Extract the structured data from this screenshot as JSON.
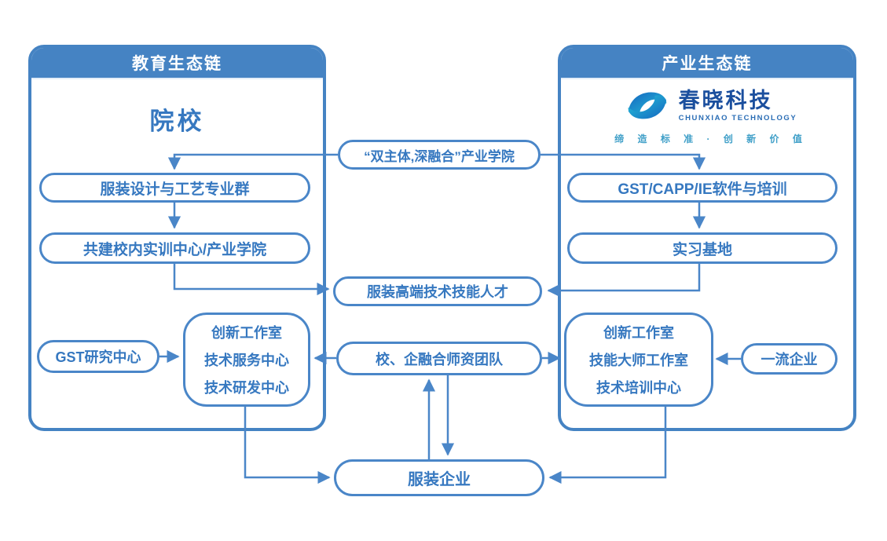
{
  "colors": {
    "panel_blue": "#4583c3",
    "line_blue": "#4a86c8",
    "text_blue": "#3678c0",
    "logo_dark_blue": "#1b4f9e",
    "logo_teal": "#2ab0c8"
  },
  "left_panel": {
    "title": "教育生态链",
    "heading": "院校",
    "pill_major_group": "服装设计与工艺专业群",
    "pill_training_center": "共建校内实训中心/产业学院",
    "pill_gst_research": "GST研究中心",
    "center_box": {
      "lines": [
        "创新工作室",
        "技术服务中心",
        "技术研发中心"
      ]
    }
  },
  "right_panel": {
    "title": "产业生态链",
    "logo": {
      "icon": "swirl-logo-icon",
      "name": "春晓科技",
      "name_en": "CHUNXIAO TECHNOLOGY",
      "tagline": "缔 造 标 准 · 创 新 价 值"
    },
    "pill_software_training": "GST/CAPP/IE软件与培训",
    "pill_internship_base": "实习基地",
    "pill_top_enterprise": "一流企业",
    "center_box": {
      "lines": [
        "创新工作室",
        "技能大师工作室",
        "技术培训中心"
      ]
    }
  },
  "middle": {
    "pill_industry_college": "“双主体,深融合”产业学院",
    "pill_talents": "服装高端技术技能人才",
    "pill_teacher_team": "校、企融合师资团队",
    "pill_garment_enterprise": "服装企业"
  },
  "connections": [
    {
      "from": "pill_industry_college",
      "to": "pill_major_group",
      "arrow": "to"
    },
    {
      "from": "pill_industry_college",
      "to": "pill_software_training",
      "arrow": "to"
    },
    {
      "from": "pill_major_group",
      "to": "pill_training_center",
      "arrow": "to"
    },
    {
      "from": "pill_software_training",
      "to": "pill_internship_base",
      "arrow": "to"
    },
    {
      "from": "pill_training_center",
      "to": "pill_talents",
      "arrow": "to"
    },
    {
      "from": "pill_internship_base",
      "to": "pill_talents",
      "arrow": "to"
    },
    {
      "from": "pill_gst_research",
      "to": "left_center_box",
      "arrow": "to"
    },
    {
      "from": "pill_teacher_team",
      "to": "left_center_box",
      "arrow": "to"
    },
    {
      "from": "pill_teacher_team",
      "to": "right_center_box",
      "arrow": "to"
    },
    {
      "from": "pill_top_enterprise",
      "to": "right_center_box",
      "arrow": "to"
    },
    {
      "from": "pill_garment_enterprise",
      "to": "pill_teacher_team",
      "arrow": "to"
    },
    {
      "from": "pill_teacher_team",
      "to": "pill_garment_enterprise",
      "arrow": "to"
    },
    {
      "from": "left_center_box",
      "to": "pill_garment_enterprise",
      "arrow": "to"
    },
    {
      "from": "right_center_box",
      "to": "pill_garment_enterprise",
      "arrow": "to"
    }
  ]
}
